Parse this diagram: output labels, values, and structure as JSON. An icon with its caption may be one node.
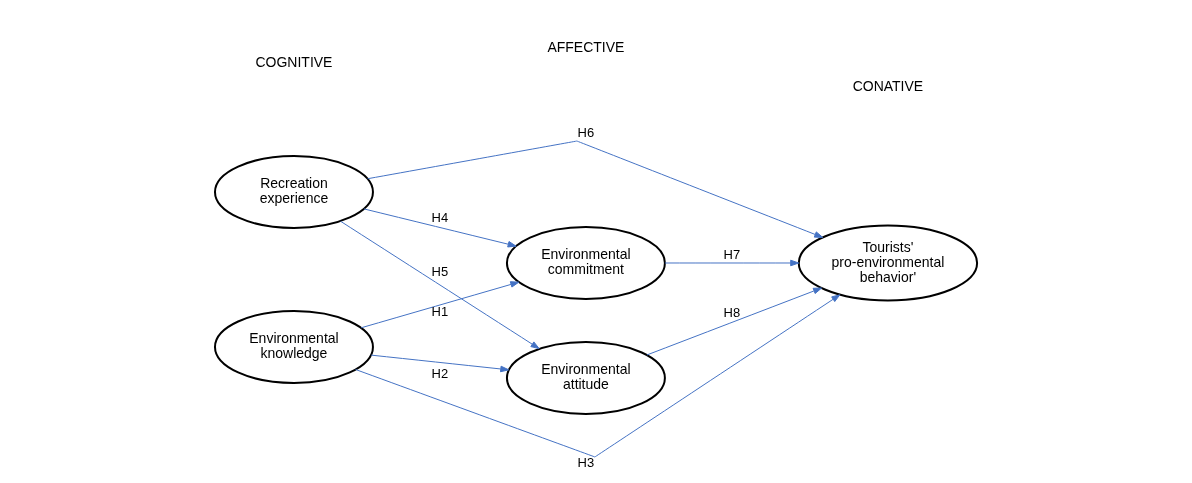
{
  "diagram": {
    "nodes": [
      {
        "text": [
          "Environmental knowledge"
        ]
      },
      {
        "text": [
          "Environmental commitment"
        ]
      },
      {
        "text": [
          "Tourists' pro-environmental behavior'"
        ]
      },
      {
        "text": [
          "Recreation experience"
        ]
      },
      {
        "text": [
          "Environmental attitude"
        ]
      }
    ],
    "edges": [
      {
        "from": 0,
        "to": 1,
        "arrow": "to",
        "label": "H1"
      },
      {
        "from": 0,
        "to": 4,
        "arrow": "to",
        "label": "H2"
      },
      {
        "from": 0,
        "to": 2,
        "arrow": "to",
        "label": "H3"
      },
      {
        "from": 3,
        "to": 1,
        "arrow": "to",
        "label": "H4"
      },
      {
        "from": 3,
        "to": 4,
        "arrow": "to",
        "label": "H5"
      },
      {
        "from": 3,
        "to": 2,
        "arrow": "to",
        "label": "H6"
      },
      {
        "from": 1,
        "to": 2,
        "arrow": "to",
        "label": "H7"
      },
      {
        "from": 4,
        "to": 2,
        "arrow": "to",
        "label": "H8"
      }
    ],
    "labels": [
      "COGNITIVE",
      "AFFECTIVE",
      "CONATIVE"
    ]
  }
}
